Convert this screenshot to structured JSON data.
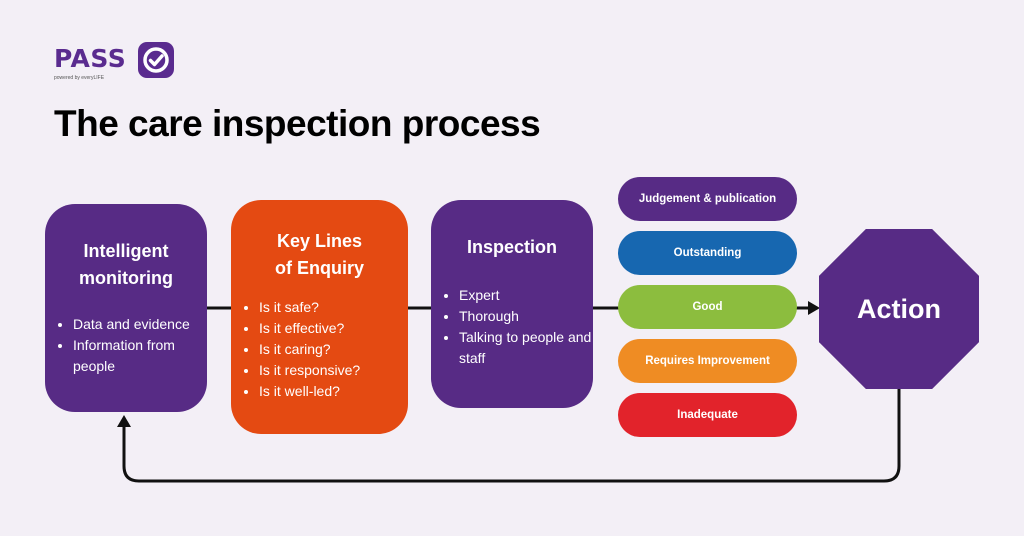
{
  "logo": {
    "word": "PASS",
    "tagline": "powered by everyLIFE"
  },
  "title": "The care inspection process",
  "steps": [
    {
      "title_line1": "Intelligent",
      "title_line2": "monitoring",
      "items": [
        "Data and evidence",
        "Information from people"
      ]
    },
    {
      "title_line1": "Key Lines",
      "title_line2": "of Enquiry",
      "items": [
        "Is it safe?",
        "Is it effective?",
        "Is it caring?",
        "Is it responsive?",
        "Is it well-led?"
      ]
    },
    {
      "title_line1": "Inspection",
      "title_line2": "",
      "items": [
        "Expert",
        "Thorough",
        "Talking to people and staff"
      ]
    }
  ],
  "judgement": {
    "header": "Judgement & publication",
    "ratings": [
      "Outstanding",
      "Good",
      "Requires Improvement",
      "Inadequate"
    ]
  },
  "action": "Action",
  "colors": {
    "purple": "#572b85",
    "orange": "#e44a12",
    "outstanding": "#1767b0",
    "good": "#8cbd3e",
    "requires_improvement": "#ef8c23",
    "inadequate": "#e2232b"
  }
}
